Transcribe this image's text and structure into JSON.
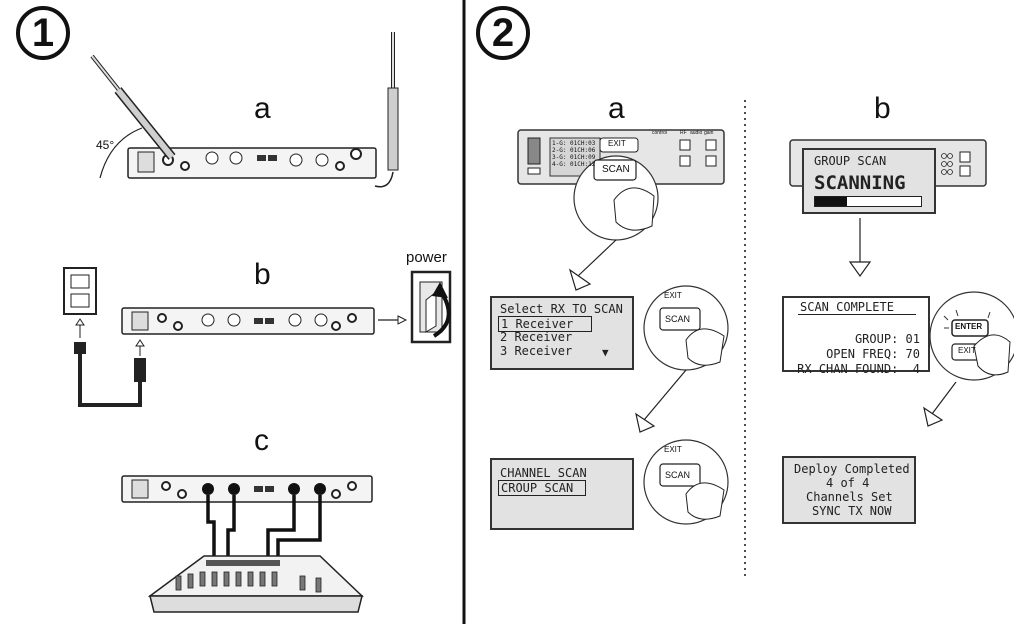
{
  "steps": {
    "one": "1",
    "two": "2"
  },
  "step1": {
    "a_label": "a",
    "b_label": "b",
    "c_label": "c",
    "angle_label": "45°",
    "power_label": "power"
  },
  "step2": {
    "a_label": "a",
    "b_label": "b",
    "receiver_display_lines": [
      "1-G: 01CH:03",
      "2-G: 01CH:06",
      "3-G: 01CH:09",
      "4-G: 01CH:12"
    ],
    "scan_button": "SCAN",
    "exit_button": "EXIT",
    "enter_button": "ENTER",
    "select_rx": {
      "title": "Select RX TO SCAN",
      "items": [
        "1 Receiver",
        "2 Receiver",
        "3 Receiver"
      ]
    },
    "scan_type": {
      "items": [
        "CHANNEL SCAN",
        "CROUP SCAN"
      ]
    },
    "group_scan": {
      "title": "GROUP SCAN",
      "status": "SCANNING",
      "progress": 0.3
    },
    "scan_complete": {
      "title": "SCAN COMPLETE",
      "rows": [
        {
          "label": "GROUP:",
          "value": "01"
        },
        {
          "label": "OPEN FREQ:",
          "value": "70"
        },
        {
          "label": "RX CHAN FOUND:",
          "value": "4"
        }
      ]
    },
    "deploy": {
      "lines": [
        "Deploy Completed",
        "4 of 4",
        "Channels Set",
        "SYNC TX NOW"
      ]
    },
    "panel_labels": [
      "control",
      "RF",
      "audio",
      "gain"
    ]
  }
}
